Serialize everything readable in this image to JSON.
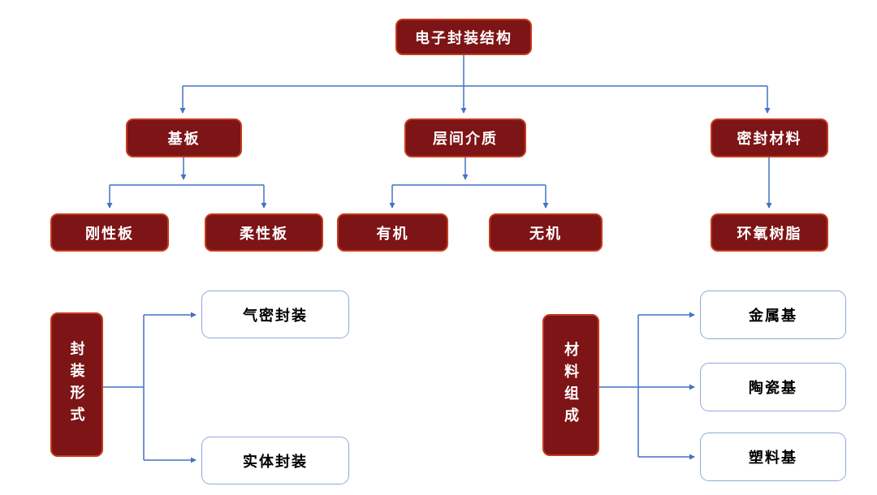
{
  "colors": {
    "background": "#FFFFFF",
    "node_fill": "#7D1416",
    "node_border": "#C43B1C",
    "node_text": "#FFFFFF",
    "leaf_border": "#8FAADC",
    "leaf_text": "#000000",
    "connector": "#4472C4"
  },
  "diagram": {
    "title_tree": {
      "root": "电子封装结构",
      "branches": [
        {
          "label": "基板",
          "children": [
            "刚性板",
            "柔性板"
          ]
        },
        {
          "label": "层间介质",
          "children": [
            "有机",
            "无机"
          ]
        },
        {
          "label": "密封材料",
          "children": [
            "环氧树脂"
          ]
        }
      ]
    },
    "form_tree": {
      "root": "封装形式",
      "children": [
        "气密封装",
        "实体封装"
      ]
    },
    "material_tree": {
      "root": "材料组成",
      "children": [
        "金属基",
        "陶瓷基",
        "塑料基"
      ]
    }
  }
}
